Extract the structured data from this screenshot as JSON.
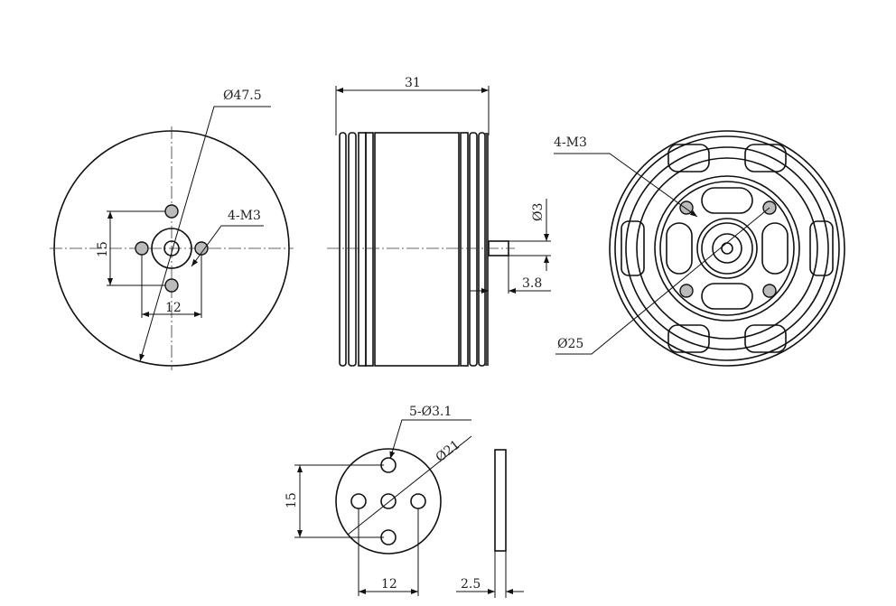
{
  "front_view": {
    "outer_diameter": "Ø47.5",
    "mount_holes": "4-M3",
    "vertical_spacing": "15",
    "horizontal_spacing": "12"
  },
  "side_view": {
    "length": "31",
    "shaft_diameter": "Ø3",
    "shaft_length": "3.8"
  },
  "rear_view": {
    "mount_holes": "4-M3",
    "bolt_circle": "Ø25"
  },
  "prop_adapter": {
    "holes": "5-Ø3.1",
    "diameter": "Ø21",
    "vertical_spacing": "15",
    "horizontal_spacing": "12",
    "thickness": "2.5"
  }
}
